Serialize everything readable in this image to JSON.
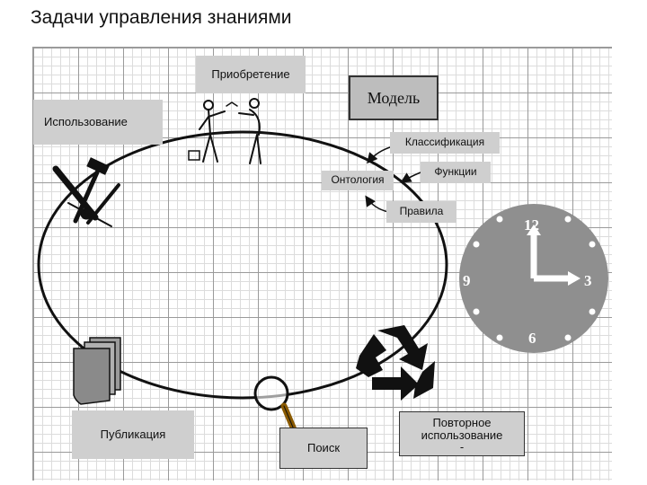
{
  "slide": {
    "title": "Задачи управления знаниями"
  },
  "boxes": {
    "acquisition": "Приобретение",
    "usage": "Использование",
    "model": "Модель",
    "classification": "Классификация",
    "ontology": "Онтология",
    "functions": "Функции",
    "rules": "Правила",
    "publication": "Публикация",
    "search": "Поиск",
    "reuse_line1": "Повторное",
    "reuse_line2": "использование",
    "reuse_line3": "-"
  },
  "clock": {
    "n12": "12",
    "n3": "3",
    "n6": "6",
    "n9": "9"
  },
  "icons": {
    "people": "people-icon",
    "tools": "tools-icon",
    "documents": "documents-icon",
    "magnifier": "magnifier-icon",
    "recycle": "recycle-icon",
    "clock": "clock-icon"
  },
  "colors": {
    "box_fill": "#cfcfcf",
    "clock_fill": "#8f8f8f",
    "ring_stroke": "#111111"
  }
}
